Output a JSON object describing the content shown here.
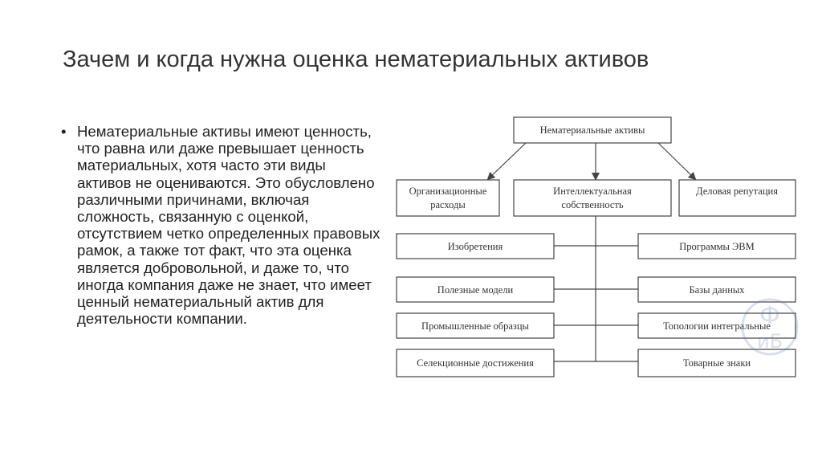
{
  "title": "Зачем и когда нужна оценка нематериальных активов",
  "bullet": {
    "marker": "•",
    "text": "Нематериальные активы имеют ценность, что равна или даже превышает ценность материальных, хотя часто эти виды активов не оцениваются. Это обусловлено различными причинами, включая сложность, связанную с оценкой, отсутствием четко определенных правовых рамок, а также тот факт, что эта оценка является добровольной, и даже то, что иногда компания даже не знает, что имеет ценный нематериальный актив для деятельности компании."
  },
  "diagram": {
    "root": "Нематериальные активы",
    "level1": {
      "left": [
        "Организационные",
        "расходы"
      ],
      "center": [
        "Интеллектуальная",
        "собственность"
      ],
      "right": "Деловая репутация"
    },
    "left_items": [
      "Изобретения",
      "Полезные модели",
      "Промышленные образцы",
      "Селекционные достижения"
    ],
    "right_items": [
      "Программы ЭВМ",
      "Базы данных",
      "Топологии интегральные",
      "Товарные знаки"
    ]
  },
  "watermark": {
    "top": "Ф",
    "bottom": "иБ"
  }
}
